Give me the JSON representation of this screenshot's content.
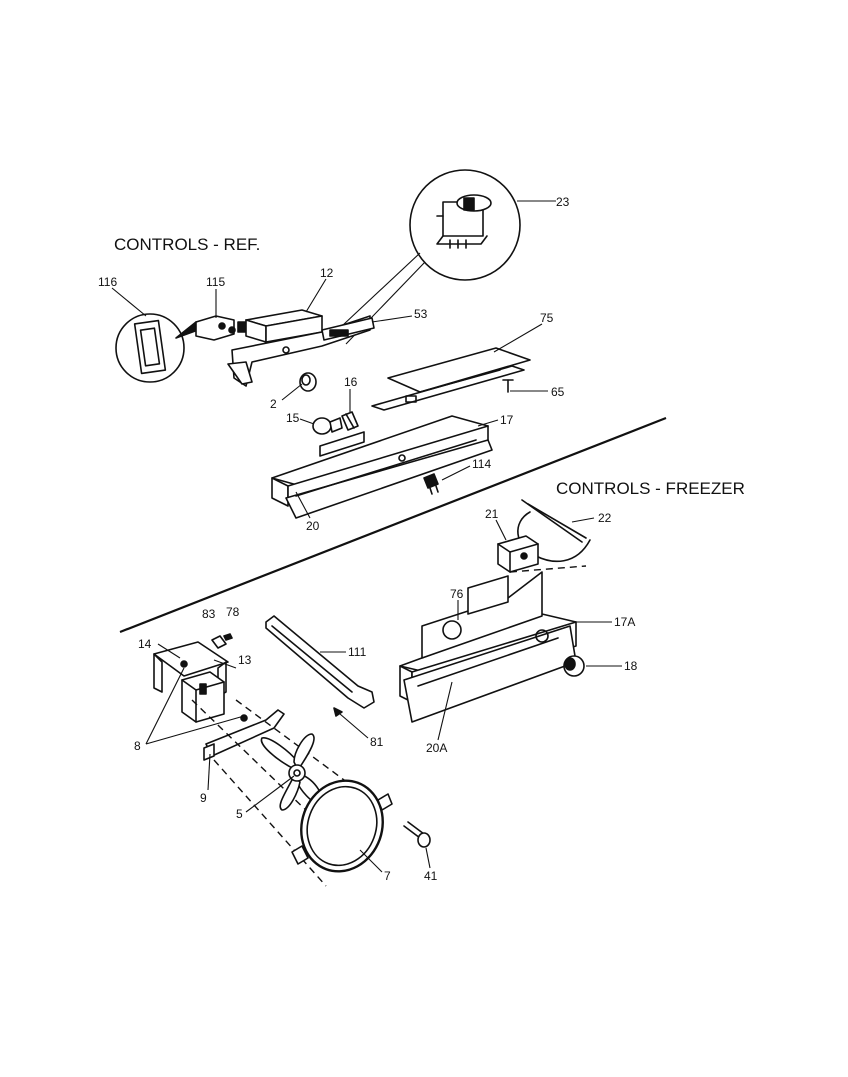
{
  "sections": {
    "ref": "CONTROLS - REF.",
    "freezer": "CONTROLS - FREEZER"
  },
  "callouts": {
    "c23": "23",
    "c116": "116",
    "c115": "115",
    "c12": "12",
    "c53": "53",
    "c75": "75",
    "c65": "65",
    "c2": "2",
    "c16": "16",
    "c15": "15",
    "c17": "17",
    "c114": "114",
    "c20": "20",
    "c21": "21",
    "c22": "22",
    "c76": "76",
    "c17A": "17A",
    "c18": "18",
    "c20A": "20A",
    "c83": "83",
    "c78": "78",
    "c14": "14",
    "c13": "13",
    "c111": "111",
    "c8": "8",
    "c81": "81",
    "c9": "9",
    "c5": "5",
    "c7": "7",
    "c41": "41"
  }
}
